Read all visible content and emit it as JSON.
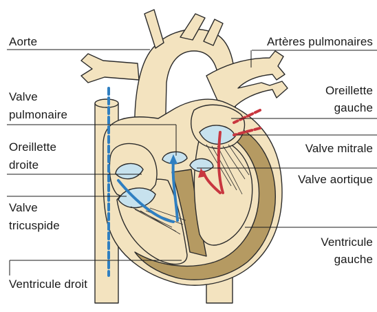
{
  "labels": {
    "aorte": "Aorte",
    "arteres_pulmonaires": "Artères pulmonaires",
    "valve_pulmonaire_1": "Valve",
    "valve_pulmonaire_2": "pulmonaire",
    "oreillette_droite_1": "Oreillette",
    "oreillette_droite_2": "droite",
    "valve_tricuspide_1": "Valve",
    "valve_tricuspide_2": "tricuspide",
    "ventricule_droit": "Ventricule droit",
    "oreillette_gauche_1": "Oreillette",
    "oreillette_gauche_2": "gauche",
    "valve_mitrale": "Valve mitrale",
    "valve_aortique": "Valve aortique",
    "ventricule_gauche_1": "Ventricule",
    "ventricule_gauche_2": "gauche"
  },
  "colors": {
    "tissue": "#f3e3bf",
    "tissue_outline": "#2b2b2b",
    "muscle": "#b59a62",
    "valve": "#c7e2ee",
    "venous_flow": "#2f7fc1",
    "arterial_flow": "#c8363f"
  }
}
